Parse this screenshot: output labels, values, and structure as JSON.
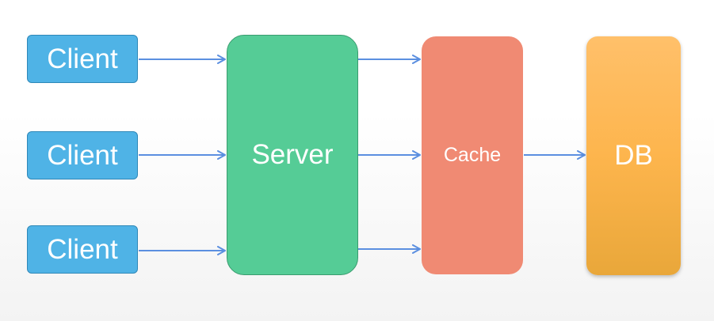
{
  "nodes": {
    "clients": [
      {
        "label": "Client"
      },
      {
        "label": "Client"
      },
      {
        "label": "Client"
      }
    ],
    "server": {
      "label": "Server"
    },
    "cache": {
      "label": "Cache"
    },
    "db": {
      "label": "DB"
    }
  },
  "colors": {
    "client": "#4fb3e6",
    "server": "#55cc96",
    "cache": "#f08a73",
    "db": "#fdb54d",
    "arrow": "#5b8fe0"
  },
  "edges": [
    {
      "from": "client-1",
      "to": "server"
    },
    {
      "from": "client-2",
      "to": "server"
    },
    {
      "from": "client-3",
      "to": "server"
    },
    {
      "from": "server",
      "to": "cache"
    },
    {
      "from": "server",
      "to": "cache"
    },
    {
      "from": "server",
      "to": "cache"
    },
    {
      "from": "cache",
      "to": "db"
    }
  ]
}
